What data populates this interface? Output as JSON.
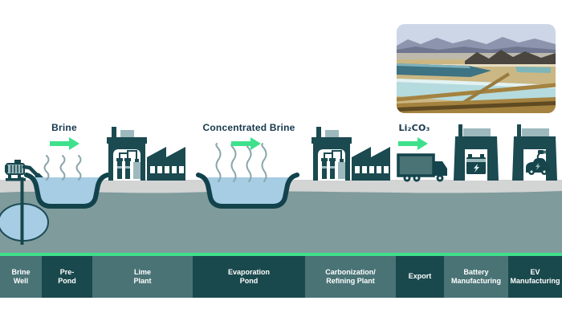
{
  "flow": {
    "brine": "Brine",
    "concentrated_brine": "Concentrated Brine",
    "li2co3": "Li₂CO₃"
  },
  "stages": [
    {
      "label": "Brine\nWell"
    },
    {
      "label": "Pre-\nPond"
    },
    {
      "label": "Lime\nPlant"
    },
    {
      "label": "Evaporation\nPond"
    },
    {
      "label": "Carbonization/\nRefining Plant"
    },
    {
      "label": "Export"
    },
    {
      "label": "Battery\nManufacturing"
    },
    {
      "label": "EV\nManufacturing"
    }
  ],
  "icons": {
    "well": "pump-icon",
    "pond": "evaporation-pond-icon",
    "vapor": "vapor-squiggle-icon",
    "plant": "factory-icon",
    "export": "truck-icon",
    "battery": "battery-icon",
    "ev": "electric-car-icon",
    "photo": "aerial-evaporation-ponds-photo"
  },
  "colors": {
    "accent_green": "#3fe08c",
    "dark_teal": "#1a494d",
    "medium_teal": "#4a7376",
    "underground": "#7f9b9c",
    "surface_gray": "#d3d4d4",
    "water_blue": "#a6cde3",
    "label_text": "#16384d"
  }
}
